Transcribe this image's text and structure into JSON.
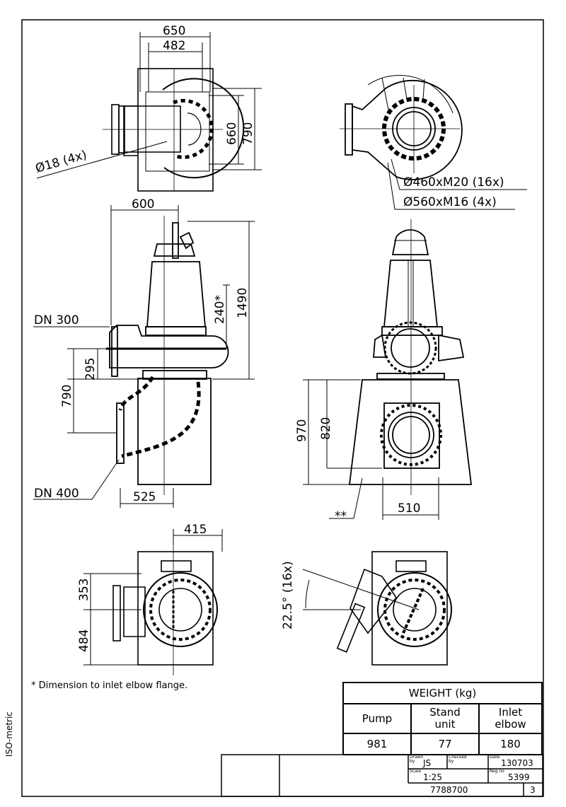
{
  "views": {
    "top_plan": {
      "dims": {
        "w650": "650",
        "w482": "482",
        "h660": "660",
        "h790": "790",
        "bolt": "Ø18 (4x)"
      }
    },
    "top_elbow": {
      "dims": {
        "flange1": "Ø460xM20 (16x)",
        "flange2": "Ø560xM16 (4x)"
      }
    },
    "side": {
      "dims": {
        "w600": "600",
        "h1490": "1490",
        "h240": "240*",
        "dn300": "DN 300",
        "h295": "295",
        "h790": "790",
        "dn400": "DN 400",
        "w525": "525"
      }
    },
    "front": {
      "dims": {
        "h970": "970",
        "h820": "820",
        "w510": "510",
        "stars": "**"
      }
    },
    "bottom_left": {
      "dims": {
        "w415": "415",
        "h353": "353",
        "h484": "484"
      }
    },
    "bottom_right": {
      "dims": {
        "angle": "22.5° (16x)"
      }
    }
  },
  "note": "*  Dimension to inlet elbow flange.",
  "side_label": "ISO-metric",
  "weight_table": {
    "title": "WEIGHT (kg)",
    "headers": [
      "Pump",
      "Stand\nunit",
      "Inlet\nelbow"
    ],
    "values": [
      "981",
      "77",
      "180"
    ]
  },
  "title_block": {
    "drawn_label": "Drawn by",
    "drawn_value": "JS",
    "checked_label": "Checked by",
    "date_label": "Date",
    "date_value": "130703",
    "scale_label": "Scale",
    "scale_value": "1:25",
    "reg_label": "Reg no",
    "reg_value": "5399",
    "drawing_no": "7788700",
    "sheet": "3"
  }
}
